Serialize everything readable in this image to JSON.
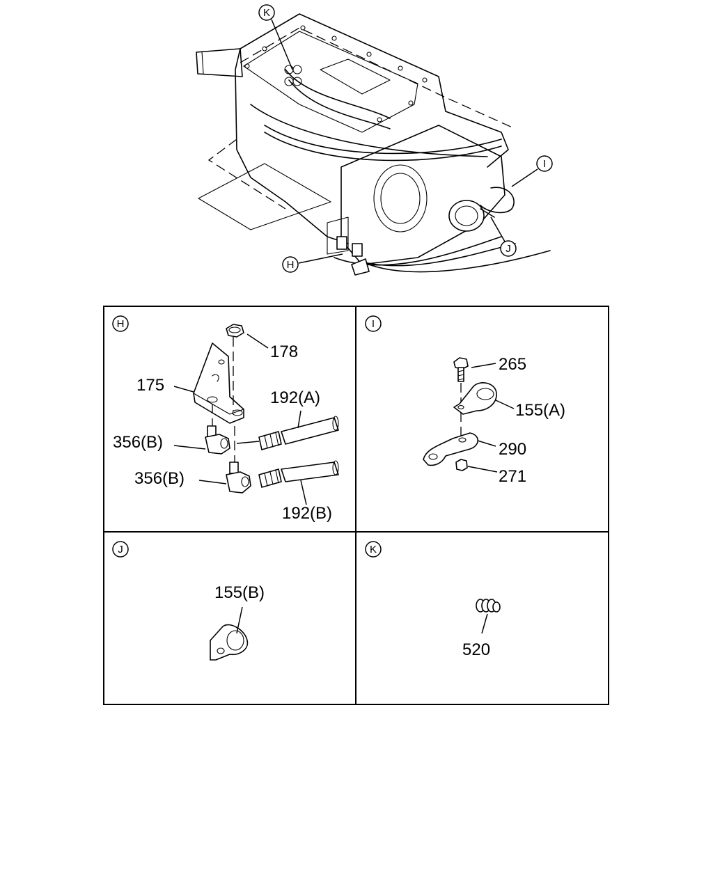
{
  "callouts": {
    "overview": {
      "K": "K",
      "I": "I",
      "J": "J",
      "H": "H"
    },
    "panels": {
      "H": "H",
      "I": "I",
      "J": "J",
      "K": "K"
    }
  },
  "parts": {
    "p178": "178",
    "p175": "175",
    "p192a": "192(A)",
    "p356b_1": "356(B)",
    "p356b_2": "356(B)",
    "p192b": "192(B)",
    "p265": "265",
    "p155a": "155(A)",
    "p290": "290",
    "p271": "271",
    "p155b": "155(B)",
    "p520": "520"
  }
}
